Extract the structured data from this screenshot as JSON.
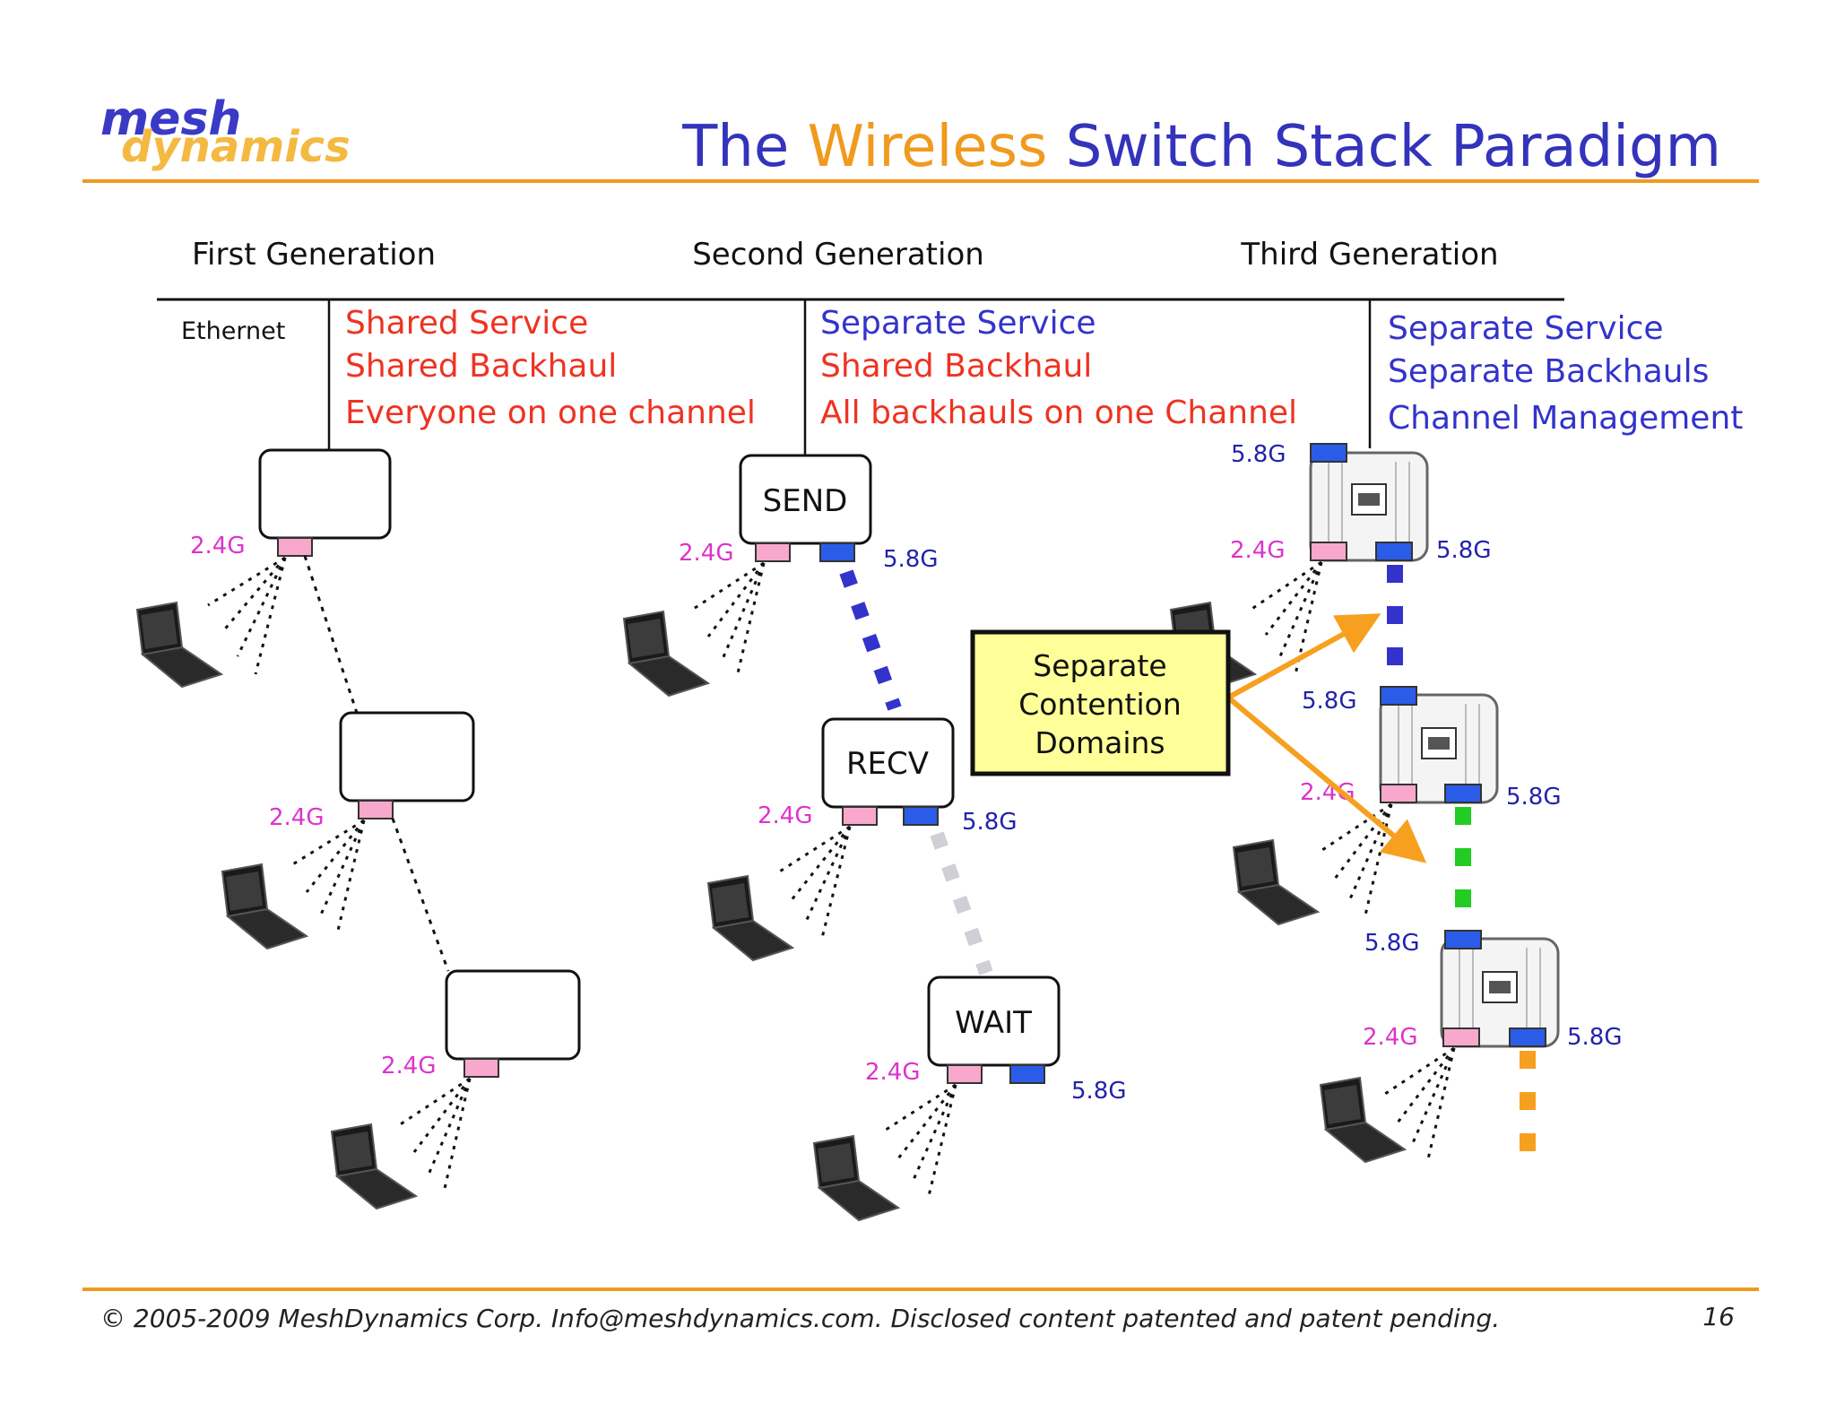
{
  "logo": {
    "line1": "mesh",
    "line2": "dynamics"
  },
  "title": {
    "part1": "The ",
    "part2": "Wireless",
    "part3": " Switch Stack Paradigm"
  },
  "generations": [
    "First Generation",
    "Second Generation",
    "Third Generation"
  ],
  "ethernet": "Ethernet",
  "gen1_features": [
    "Shared Service",
    "Shared Backhaul",
    "Everyone on one channel"
  ],
  "gen2_features": [
    "Separate Service",
    "Shared Backhaul",
    "All backhauls on one Channel"
  ],
  "gen3_features": [
    "Separate Service",
    "Separate Backhauls",
    "Channel Management"
  ],
  "node_states": [
    "SEND",
    "RECV",
    "WAIT"
  ],
  "band_24": "2.4G",
  "band_58": "5.8G",
  "callout": [
    "Separate",
    "Contention",
    "Domains"
  ],
  "footer": {
    "copyright": "© 2005-2009 MeshDynamics Corp.   Info@meshdynamics.com.   Disclosed content patented and patent pending.",
    "page": "16"
  },
  "colors": {
    "title_blue": "#3333bb",
    "accent_orange": "#f09a1e",
    "feature_red": "#ee3322",
    "feature_blue": "#3333cc",
    "label_24": "#dd33cc",
    "label_58": "#2222aa",
    "port_pink": "#f8a8cc",
    "port_blue": "#2b5ce8",
    "link_blue": "#3333cc",
    "link_green": "#22cc22",
    "link_orange": "#f7a020",
    "link_gray": "#cfcfd6",
    "callout_fill": "#ffff99"
  }
}
